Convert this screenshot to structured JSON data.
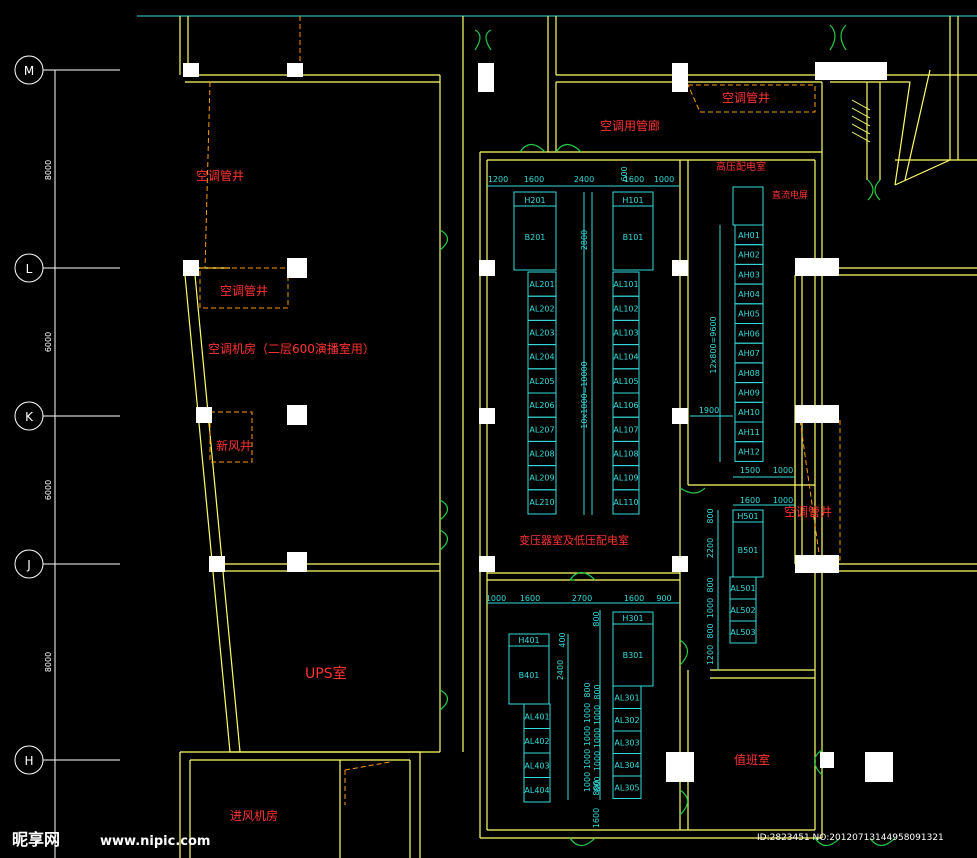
{
  "grid_axes": [
    {
      "label": "M",
      "name": "axis-m"
    },
    {
      "label": "L",
      "name": "axis-l"
    },
    {
      "label": "K",
      "name": "axis-k"
    },
    {
      "label": "J",
      "name": "axis-j"
    },
    {
      "label": "H",
      "name": "axis-h"
    }
  ],
  "axis_dims": [
    "8000",
    "6000",
    "6000",
    "8000"
  ],
  "rooms": {
    "ac_shaft_top": "空调管井",
    "ac_shaft_top_left": "空调管井",
    "ac_corridor": "空调用管廊",
    "hv_room": "高压配电室",
    "dc_screen": "直流电屏",
    "ac_shaft_left": "空调管井",
    "ac_machine_room": "空调机房（二层600演播室用）",
    "fresh_air_shaft": "新风井",
    "transformer_room": "变压器室及低压配电室",
    "ac_shaft_right": "空调管井",
    "ups_room": "UPS室",
    "duty_room": "值班室",
    "intake_fan_room": "进风机房"
  },
  "cabinets": {
    "h201": "H201",
    "b201": "B201",
    "al2": [
      "AL201",
      "AL202",
      "AL203",
      "AL204",
      "AL205",
      "AL206",
      "AL207",
      "AL208",
      "AL209",
      "AL210"
    ],
    "h101": "H101",
    "b101": "B101",
    "al1": [
      "AL101",
      "AL102",
      "AL103",
      "AL104",
      "AL105",
      "AL106",
      "AL107",
      "AL108",
      "AL109",
      "AL110"
    ],
    "ah": [
      "AH01",
      "AH02",
      "AH03",
      "AH04",
      "AH05",
      "AH06",
      "AH07",
      "AH08",
      "AH09",
      "AH10",
      "AH11",
      "AH12"
    ],
    "h501": "H501",
    "b501": "B501",
    "al5": [
      "AL501",
      "AL502",
      "AL503"
    ],
    "h401": "H401",
    "b401": "B401",
    "al4": [
      "AL401",
      "AL402",
      "AL403",
      "AL404"
    ],
    "h301": "H301",
    "b301": "B301",
    "al3": [
      "AL301",
      "AL302",
      "AL303",
      "AL304",
      "AL305"
    ]
  },
  "dims": {
    "top_row": [
      "1200",
      "1600",
      "2400",
      "1600",
      "1000"
    ],
    "top_600": "600",
    "v2800": "2800",
    "v10x1000": "10x1000=10000",
    "v12x800": "12x800=9600",
    "d1900": "1900",
    "d1500": "1500",
    "d1000a": "1000",
    "d1600": "1600",
    "d1000b": "1000",
    "v800a": "800",
    "v2200": "2200",
    "v800s": [
      "800",
      "1000",
      "800"
    ],
    "v1200": "1200",
    "bot_row": [
      "1000",
      "1600",
      "2700",
      "1600",
      "900"
    ],
    "v2400": "2400",
    "v800b": "800",
    "v400": "400",
    "v800c": "800",
    "v1600": "1600",
    "mid_col_a": [
      "800",
      "1000",
      "1000",
      "1000",
      "1000"
    ],
    "mid_col_b": [
      "800",
      "1000",
      "1000",
      "1000",
      "800"
    ]
  },
  "watermark": {
    "logo": "昵享网",
    "url": "www.nipic.com",
    "id": "ID:2823451 NO:20120713144958091321"
  },
  "colors": {
    "wall": "#ffff66",
    "equipment": "#33dddd",
    "label": "#ff3333",
    "shaft_outline": "#ff9900",
    "column": "#ffffff",
    "door": "#22cc44"
  }
}
